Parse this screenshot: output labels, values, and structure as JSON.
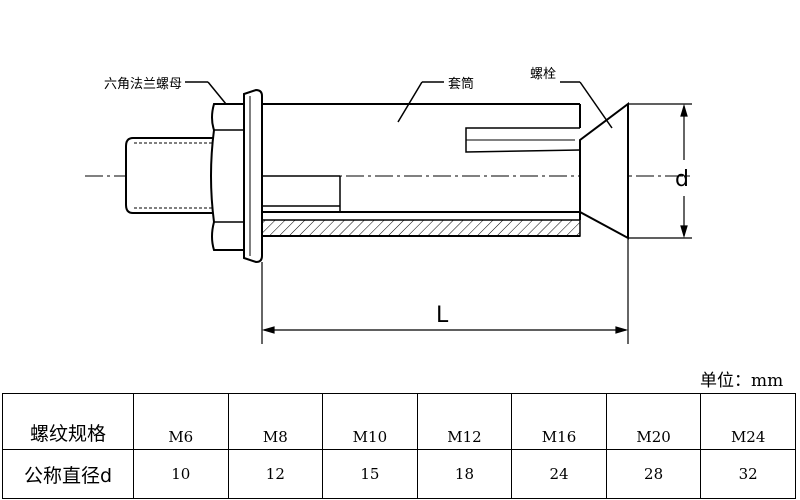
{
  "drawing": {
    "callouts": {
      "nut": "六角法兰螺母",
      "sleeve": "套筒",
      "bolt": "螺栓"
    },
    "dimensions": {
      "diameter": "d",
      "length": "L"
    }
  },
  "unit_label": "单位：mm",
  "table": {
    "row_labels": [
      "螺纹规格",
      "公称直径d"
    ],
    "thread_specs": [
      "M6",
      "M8",
      "M10",
      "M12",
      "M16",
      "M20",
      "M24"
    ],
    "nominal_diameters": [
      "10",
      "12",
      "15",
      "18",
      "24",
      "28",
      "32"
    ]
  }
}
